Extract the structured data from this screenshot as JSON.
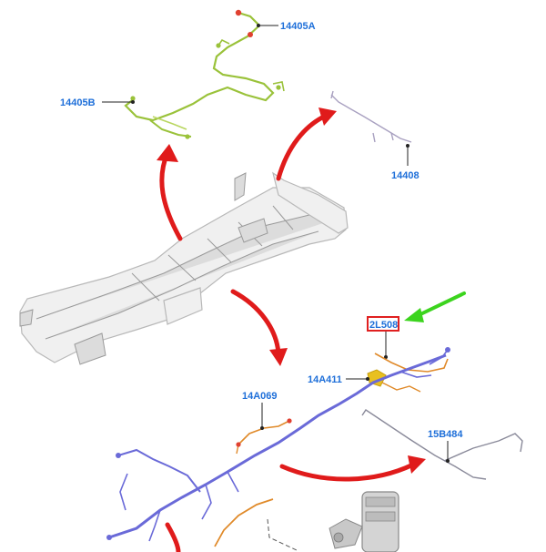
{
  "labels": {
    "harness_top": "14405A",
    "harness_left": "14405B",
    "harness_right_top": "14408",
    "highlighted": "2L508",
    "harness_mid": "14A411",
    "harness_main": "14A069",
    "harness_right_bottom": "15B484"
  },
  "colors": {
    "label": "#1e6fd9",
    "highlight_box": "#e02020",
    "red_arrow": "#e01b1b",
    "green_arrow": "#3cd41e",
    "harness_green": "#9ac23a",
    "harness_purple": "#6a6ad8",
    "harness_orange": "#e08a2a",
    "harness_yellow": "#e8c020",
    "frame_gray": "#cfcfcf"
  }
}
